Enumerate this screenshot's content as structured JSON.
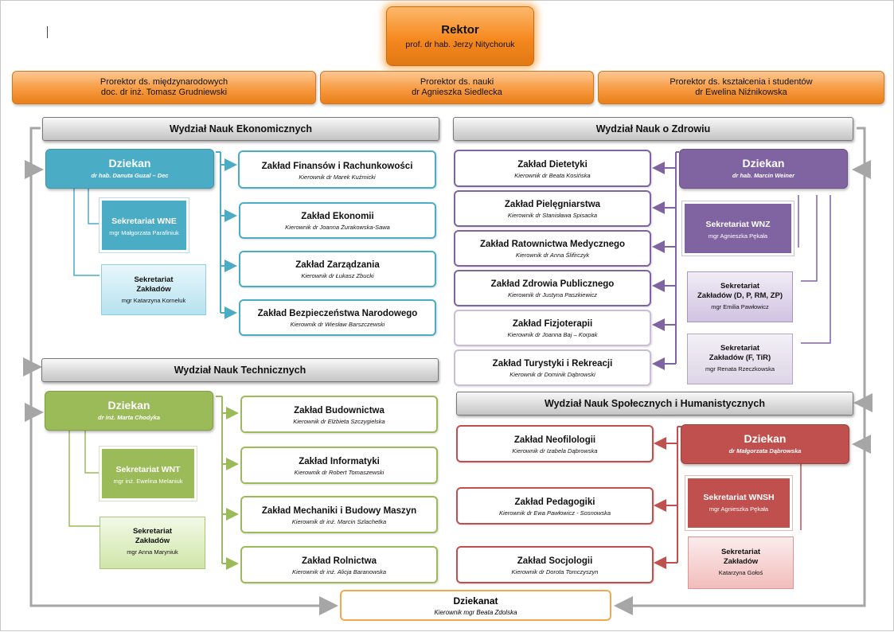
{
  "rektor": {
    "title": "Rektor",
    "name": "prof. dr hab. Jerzy Nitychoruk"
  },
  "prorektors": [
    {
      "title": "Prorektor ds. międzynarodowych",
      "name": "doc. dr inż. Tomasz   Grudniewski"
    },
    {
      "title": "Prorektor ds. nauki",
      "name": "dr Agnieszka Siedlecka"
    },
    {
      "title": "Prorektor ds. kształcenia  i studentów",
      "name": "dr Ewelina Niźnikowska"
    }
  ],
  "faculties": {
    "wne": {
      "name": "Wydział Nauk Ekonomicznych",
      "dean": {
        "title": "Dziekan",
        "name": "dr hab. Danuta Guzal – Dec"
      },
      "secretariat": {
        "title": "Sekretariat WNE",
        "name": "mgr Małgorzata Parafiniuk"
      },
      "dept_secretariat": {
        "title1": "Sekretariat",
        "title2": "Zakładów",
        "name": "mgr Katarzyna  Korneluk"
      },
      "departments": [
        {
          "name": "Zakład Finansów i Rachunkowości",
          "head": "Kierownik dr Marek Kuźmicki"
        },
        {
          "name": "Zakład Ekonomii",
          "head": "Kierownik dr Joanna Żurakowska-Sawa"
        },
        {
          "name": "Zakład Zarządzania",
          "head": "Kierownik dr Łukasz Zbucki"
        },
        {
          "name": "Zakład Bezpieczeństwa Narodowego",
          "head": "Kierownik dr Wiesław Barszczewski"
        }
      ]
    },
    "wnz": {
      "name": "Wydział Nauk o Zdrowiu",
      "dean": {
        "title": "Dziekan",
        "name": "dr hab. Marcin Weiner"
      },
      "secretariat": {
        "title": "Sekretariat WNZ",
        "name": "mgr Agnieszka Pękała"
      },
      "dept_secretariat_1": {
        "title1": "Sekretariat",
        "title2": "Zakładów (D, P, RM, ZP)",
        "name": "mgr Emilia  Pawłowicz"
      },
      "dept_secretariat_2": {
        "title1": "Sekretariat",
        "title2": "Zakładów (F, TiR)",
        "name": "mgr Renata Rzeczkowska"
      },
      "departments": [
        {
          "name": "Zakład Dietetyki",
          "head": "Kierownik dr Beata Kosińska"
        },
        {
          "name": "Zakład Pielęgniarstwa",
          "head": "Kierownik  dr Stanisława Spisacka"
        },
        {
          "name": "Zakład Ratownictwa Medycznego",
          "head": "Kierownik  dr Anna Ślifirczyk"
        },
        {
          "name": "Zakład Zdrowia Publicznego",
          "head": "Kierownik dr Justyna Paszkiewicz"
        },
        {
          "name": "Zakład Fizjoterapii",
          "head": "Kierownik dr Joanna Baj – Korpak"
        },
        {
          "name": "Zakład Turystyki i Rekreacji",
          "head": "Kierownik dr Dominik Dąbrowski"
        }
      ]
    },
    "wnt": {
      "name": "Wydział Nauk Technicznych",
      "dean": {
        "title": "Dziekan",
        "name": "dr inż. Marta Chodyka"
      },
      "secretariat": {
        "title": "Sekretariat WNT",
        "name": "mgr inż. Ewelina Melaniuk"
      },
      "dept_secretariat": {
        "title1": "Sekretariat",
        "title2": "Zakładów",
        "name": "mgr Anna Maryniuk"
      },
      "departments": [
        {
          "name": "Zakład Budownictwa",
          "head": "Kierownik  dr  Elżbieta Szczygielska"
        },
        {
          "name": "Zakład Informatyki",
          "head": "Kierownik  dr Robert Tomaszewski"
        },
        {
          "name": "Zakład Mechaniki i Budowy Maszyn",
          "head": "Kierownik  dr  inż. Marcin Szlachetka"
        },
        {
          "name": "Zakład Rolnictwa",
          "head": "Kierownik dr inż. Alicja Baranowska"
        }
      ]
    },
    "wnsh": {
      "name": "Wydział Nauk Społecznych i Humanistycznych",
      "dean": {
        "title": "Dziekan",
        "name": "dr Małgorzata Dąbrowska"
      },
      "secretariat": {
        "title": "Sekretariat WNSH",
        "name": "mgr Agnieszka Pękała"
      },
      "dept_secretariat": {
        "title1": "Sekretariat",
        "title2": "Zakładów",
        "name": "Katarzyna  Gołoś"
      },
      "departments": [
        {
          "name": "Zakład Neofilologii",
          "head": "Kierownik dr Izabela Dąbrowska"
        },
        {
          "name": "Zakład Pedagogiki",
          "head": "Kierownik dr Ewa Pawłowicz - Sosnowska"
        },
        {
          "name": "Zakład Socjologii",
          "head": "Kierownik dr Dorota Tomczyszyn"
        }
      ]
    }
  },
  "dziekanat": {
    "title": "Dziekanat",
    "head": "Kierownik mgr Beata Zdolska"
  },
  "colors": {
    "wne": "#4bacc6",
    "wnz": "#8064a2",
    "wnt": "#9bbb59",
    "wnsh": "#c0504d",
    "orange": "#f79646",
    "connector": "#a6a6a6"
  }
}
